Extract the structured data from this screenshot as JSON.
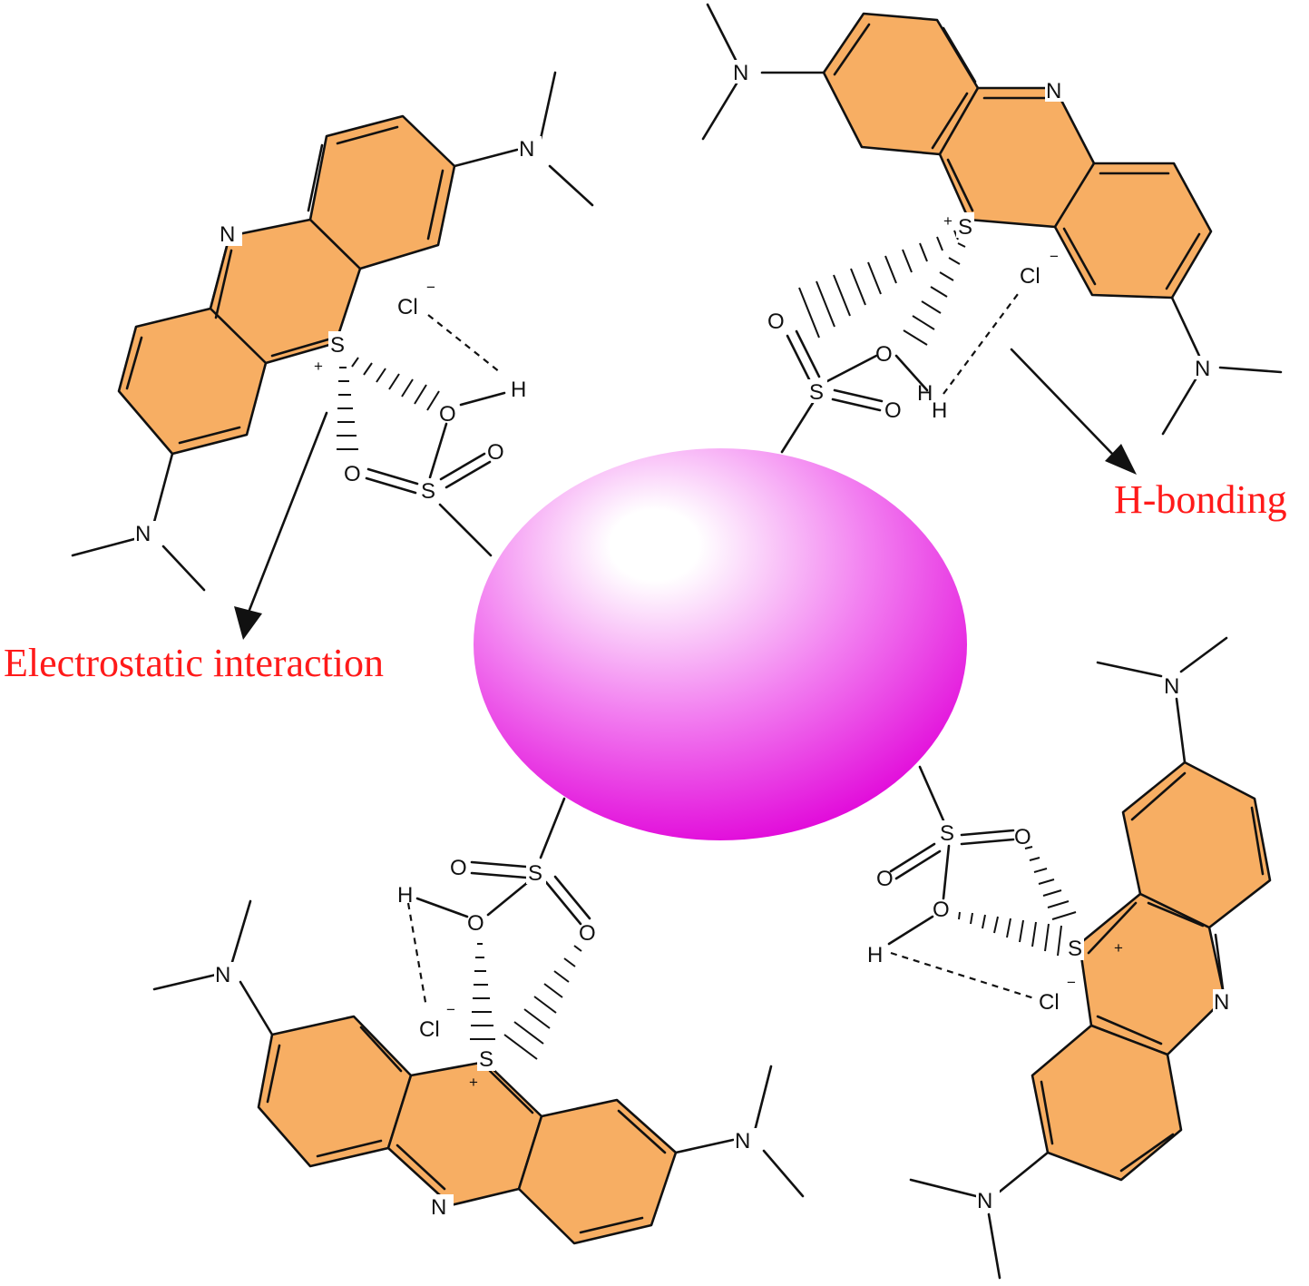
{
  "colors": {
    "ring_fill": "#F7AE63",
    "sphere_light": "#ffffff",
    "sphere_dark": "#e600dc",
    "label_color": "#ff1a1a",
    "bond_color": "#111111"
  },
  "labels": {
    "electrostatic": "Electrostatic interaction",
    "h_bonding": "H-bonding"
  },
  "atoms": {
    "nitrogen": "N",
    "sulfur": "S",
    "oxygen": "O",
    "hydrogen": "H",
    "chloride": "Cl",
    "plus": "+",
    "minus": "−"
  }
}
